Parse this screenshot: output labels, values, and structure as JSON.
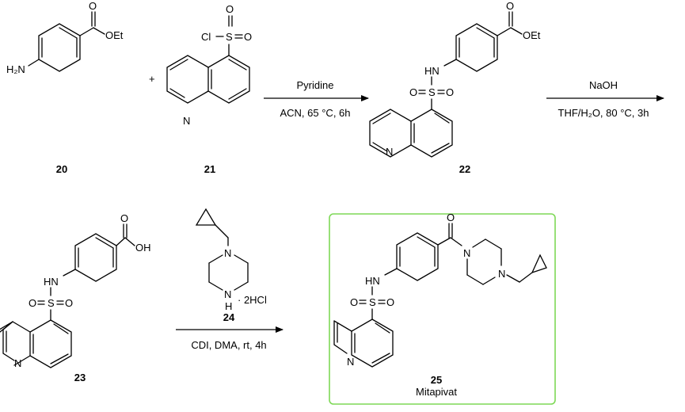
{
  "compounds": {
    "c20": {
      "number": "20"
    },
    "c21": {
      "number": "21"
    },
    "c22": {
      "number": "22"
    },
    "c23": {
      "number": "23"
    },
    "c24": {
      "number": "24",
      "salt": "· 2HCl"
    },
    "c25": {
      "number": "25",
      "name": "Mitapivat"
    }
  },
  "atoms": {
    "oet": "OEt",
    "o": "O",
    "oh": "OH",
    "h2n": "H₂N",
    "cl": "Cl",
    "s": "S",
    "n": "N",
    "nh": "NH",
    "hn": "HN",
    "h": "H",
    "plus": "+"
  },
  "steps": {
    "step1": {
      "above": "Pyridine",
      "below": "ACN, 65 °C, 6h"
    },
    "step2": {
      "above": "NaOH",
      "below": "THF/H₂O, 80 °C, 3h"
    },
    "step3": {
      "below": "CDI, DMA, rt, 4h"
    }
  },
  "colors": {
    "highlight_border": "#7ed957"
  }
}
